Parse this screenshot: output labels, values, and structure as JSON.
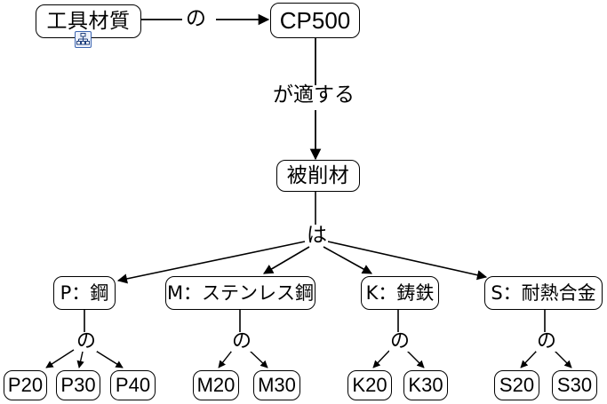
{
  "diagram": {
    "type": "tree-diagram",
    "background_color": "#ffffff",
    "stroke_color": "#000000",
    "nodes": {
      "tool_material": "工具材質",
      "cp500": "CP500",
      "workpiece": "被削材",
      "p_steel": "P：鋼",
      "m_stainless": "M：ステンレス鋼",
      "k_cast_iron": "K：鋳鉄",
      "s_heat_resistant": "S：耐熱合金",
      "p20": "P20",
      "p30": "P30",
      "p40": "P40",
      "m20": "M20",
      "m30": "M30",
      "k20": "K20",
      "k30": "K30",
      "s20": "S20",
      "s30": "S30"
    },
    "edge_labels": {
      "no_top": "の",
      "ga_tekisuru": "が適する",
      "wa": "は",
      "no_p": "の",
      "no_m": "の",
      "no_k": "の",
      "no_s": "の"
    },
    "icons": {
      "hierarchy_badge": "hierarchy-icon"
    }
  }
}
